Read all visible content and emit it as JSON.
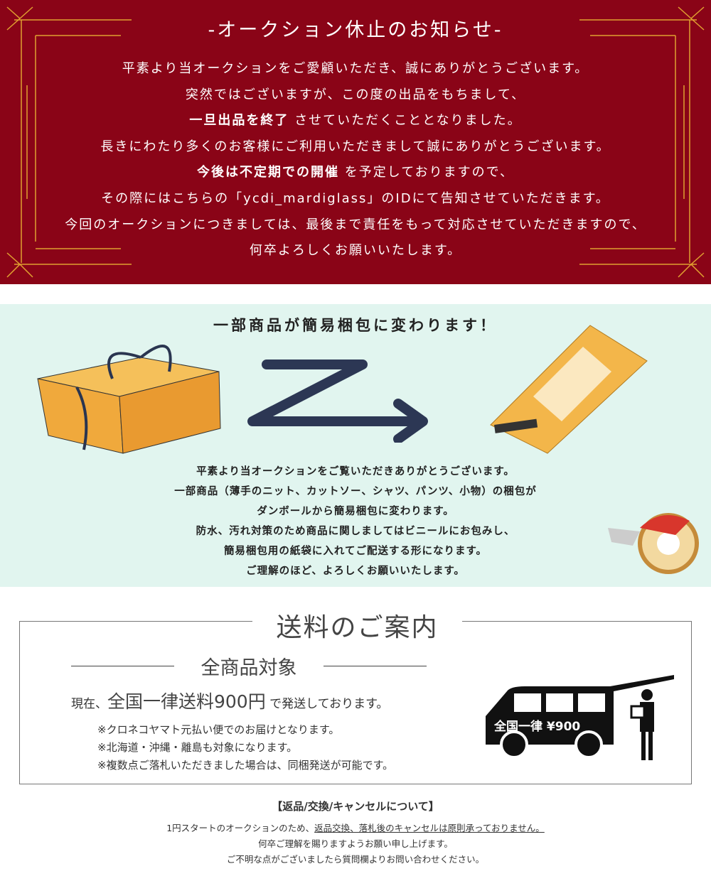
{
  "notice": {
    "title": "-オークション休止のお知らせ-",
    "lines": [
      {
        "bold": "",
        "text": "平素より当オークションをご愛顧いただき、誠にありがとうございます。"
      },
      {
        "bold": "",
        "text": "突然ではございますが、この度の出品をもちまして、"
      },
      {
        "bold": "一旦出品を終了",
        "text": " させていただくこととなりました。"
      },
      {
        "bold": "",
        "text": "長きにわたり多くのお客様にご利用いただきまして誠にありがとうございます。"
      },
      {
        "bold": "今後は不定期での開催",
        "text": " を予定しておりますので、"
      },
      {
        "bold": "",
        "text": "その際にはこちらの「ycdi_mardiglass」のIDにて告知させていただきます。"
      },
      {
        "bold": "",
        "text": "今回のオークションにつきましては、最後まで責任をもって対応させていただきますので、"
      },
      {
        "bold": "",
        "text": "何卒よろしくお願いいたします。"
      }
    ]
  },
  "packaging": {
    "title": "一部商品が簡易梱包に変わります！",
    "lines": [
      "平素より当オークションをご覧いただきありがとうございます。",
      "一部商品（薄手のニット、カットソー、シャツ、パンツ、小物）の梱包が",
      "ダンボールから簡易梱包に変わります。",
      "防水、汚れ対策のため商品に関しましてはビニールにお包みし、",
      "簡易梱包用の紙袋に入れてご配送する形になります。",
      "ご理解のほど、よろしくお願いいたします。"
    ]
  },
  "shipping": {
    "title": "送料のご案内",
    "target": "全商品対象",
    "now_prefix": "現在、",
    "now_big": "全国一律送料900円",
    "now_suffix": " で発送しております。",
    "notes": [
      "※クロネコヤマト元払い便でのお届けとなります。",
      "※北海道・沖縄・離島も対象になります。",
      "※複数点ご落札いただきました場合は、同梱発送が可能です。"
    ],
    "van_label": "全国一律 ¥900"
  },
  "returns": {
    "heading": "【返品/交換/キャンセルについて】",
    "line1_prefix": "1円スタートのオークションのため、",
    "line1_underlined": "返品交換、落札後のキャンセルは原則承っておりません。",
    "line2": "何卒ご理解を賜りますようお願い申し上げます。",
    "line3": "ご不明な点がございましたら質問欄よりお問い合わせください。"
  }
}
